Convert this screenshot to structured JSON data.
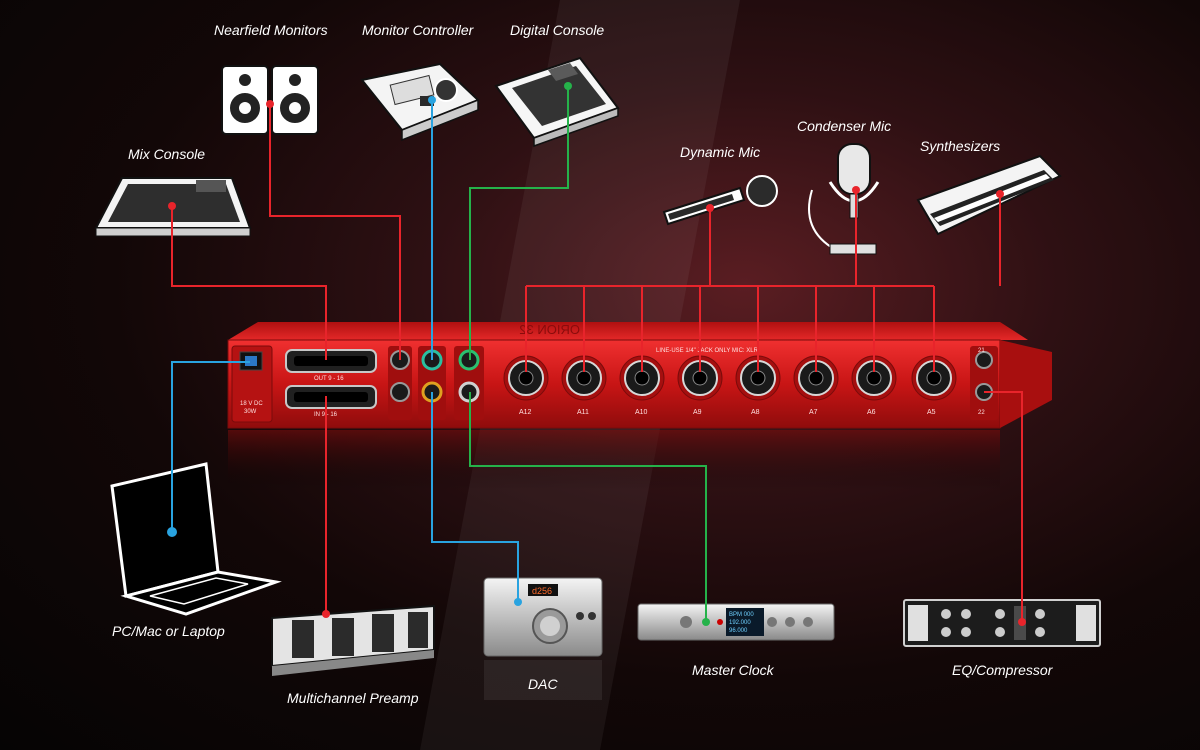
{
  "devices": {
    "nearfield_monitors": "Nearfield Monitors",
    "monitor_controller": "Monitor Controller",
    "digital_console": "Digital Console",
    "mix_console": "Mix Console",
    "dynamic_mic": "Dynamic Mic",
    "condenser_mic": "Condenser Mic",
    "synthesizers": "Synthesizers",
    "laptop": "PC/Mac or Laptop",
    "multichannel_preamp": "Multichannel Preamp",
    "dac": "DAC",
    "master_clock": "Master Clock",
    "eq_compressor": "EQ/Compressor"
  },
  "panel": {
    "brand": "ORION 32",
    "db25_out": "OUT 9 - 16",
    "db25_in": "IN 9 - 16",
    "power": "18 V DC",
    "power_watts": "30W",
    "combo_header": "LINE-USE 1/4\" JACK ONLY     MIC: XLR",
    "combo_inputs": [
      "A12",
      "A11",
      "A10",
      "A9",
      "A8",
      "A7",
      "A6",
      "A5"
    ],
    "inserts": [
      "21",
      "22"
    ]
  },
  "dac_display": "d256",
  "clock_display": [
    "BPM 000",
    "192.000",
    "96.000"
  ],
  "colors": {
    "red_line": "#e8242b",
    "blue_line": "#29a3e0",
    "green_line": "#25b24a",
    "chassis": "#d01818"
  }
}
